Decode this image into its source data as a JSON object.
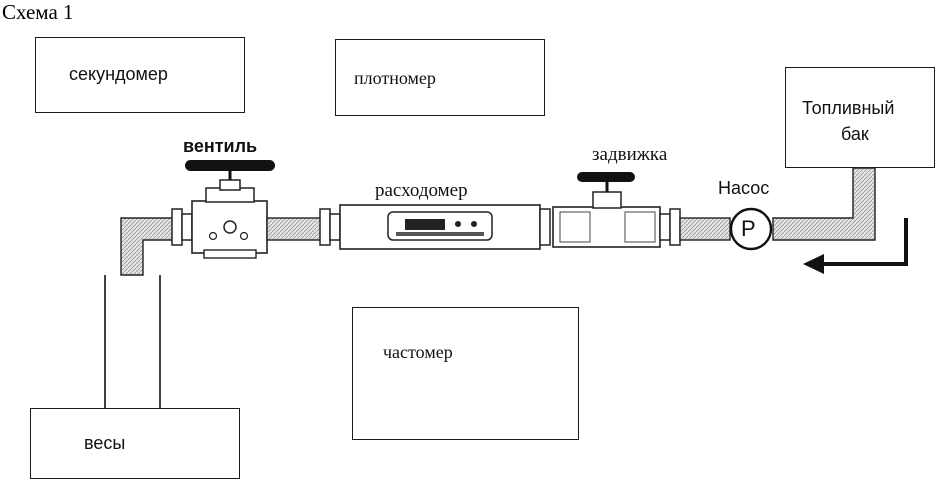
{
  "title": "Схема 1",
  "boxes": {
    "stopwatch": "секундомер",
    "densitometer": "плотномер",
    "frequency_meter": "частомер",
    "scales": "весы",
    "fuel_tank_line1": "Топливный",
    "fuel_tank_line2": "бак"
  },
  "components": {
    "valve": "вентиль",
    "flowmeter": "расходомер",
    "gate_valve": "задвижка",
    "pump": "Насос",
    "pump_symbol": "P"
  }
}
